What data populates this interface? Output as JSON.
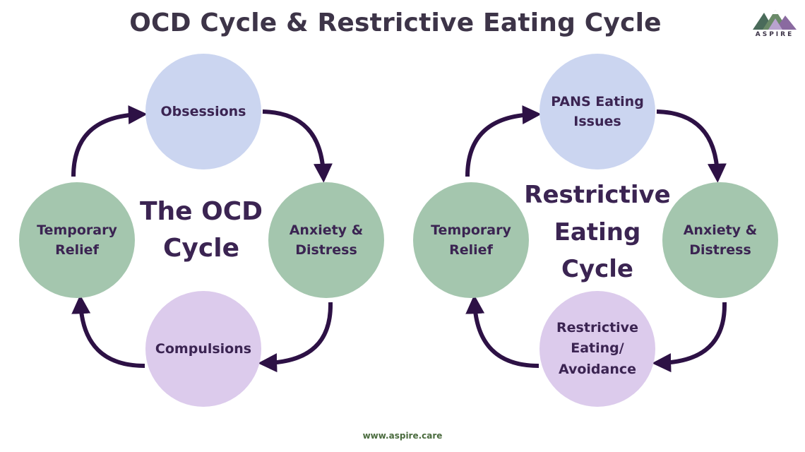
{
  "title": "OCD Cycle & Restrictive Eating Cycle",
  "logo": {
    "text": "ASPIRE",
    "icon": "mountains-icon"
  },
  "ocd_cycle": {
    "center_label": "The OCD\nCycle",
    "top": "Obsessions",
    "right": "Anxiety &\nDistress",
    "bottom": "Compulsions",
    "left": "Temporary\nRelief"
  },
  "restrictive_cycle": {
    "center_label": "Restrictive\nEating\nCycle",
    "top": "PANS Eating\nIssues",
    "right": "Anxiety &\nDistress",
    "bottom": "Restrictive\nEating/\nAvoidance",
    "left": "Temporary\nRelief"
  },
  "footer": "www.aspire.care",
  "colors": {
    "arrow": "#2d1145",
    "blue_node": "#cbd5f0",
    "green_node": "#a4c6ae",
    "purple_node": "#dccbec"
  }
}
